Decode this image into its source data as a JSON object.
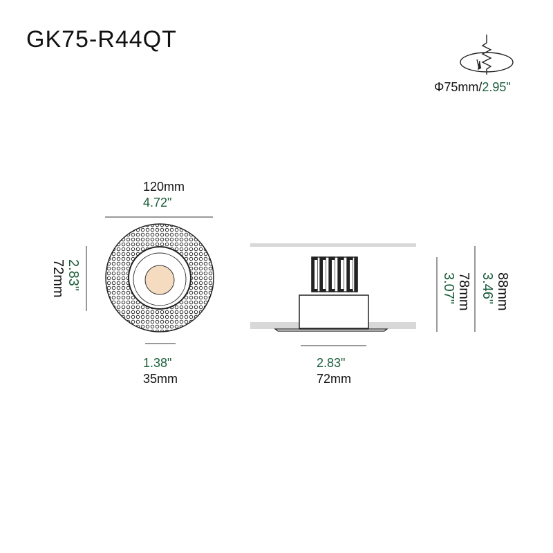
{
  "title": "GK75-R44QT",
  "cutout": {
    "symbol_mm": "Φ75mm/",
    "inch": "2.95\""
  },
  "front_view": {
    "width_mm": "120mm",
    "width_in": "4.72\"",
    "height_in": "2.83\"",
    "height_mm": "72mm",
    "aperture_in": "1.38\"",
    "aperture_mm": "35mm"
  },
  "side_view": {
    "body_width_in": "2.83\"",
    "body_width_mm": "72mm",
    "body_height_in": "3.07\"",
    "body_height_mm": "78mm",
    "total_height_in": "3.46\"",
    "total_height_mm": "88mm"
  },
  "colors": {
    "inch_text": "#1a5c3a",
    "lens": "#f5dcc0",
    "ceiling": "#d8d8d8"
  },
  "icons": [
    "cutout-diagram-icon"
  ]
}
